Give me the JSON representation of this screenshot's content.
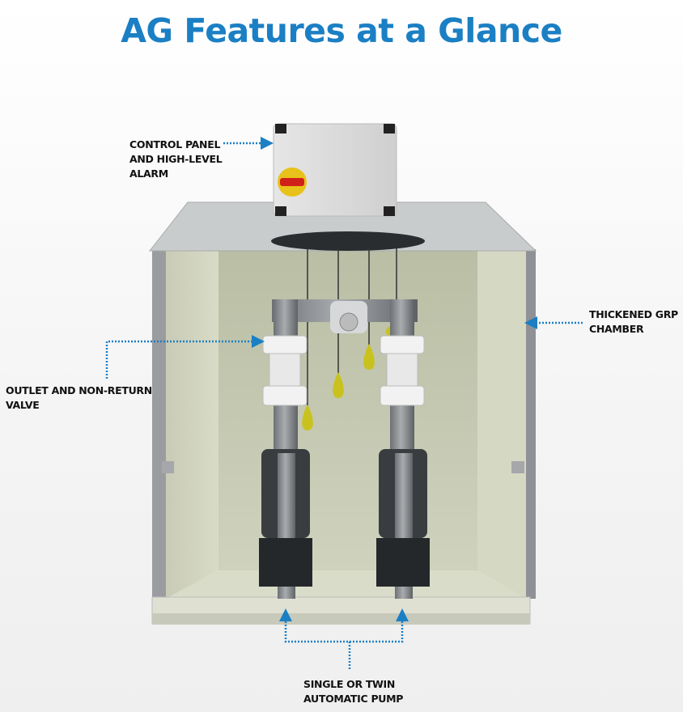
{
  "title": "AG Features at a Glance",
  "colors": {
    "title": "#1b7fc4",
    "arrow": "#1b7fc4"
  },
  "labels": {
    "control_panel": [
      "CONTROL PANEL",
      "AND HIGH-LEVEL",
      "ALARM"
    ],
    "chamber": [
      "THICKENED GRP",
      "CHAMBER"
    ],
    "outlet": [
      "OUTLET AND NON-RETURN",
      "VALVE"
    ],
    "pump": [
      "SINGLE OR TWIN",
      "AUTOMATIC PUMP"
    ]
  }
}
